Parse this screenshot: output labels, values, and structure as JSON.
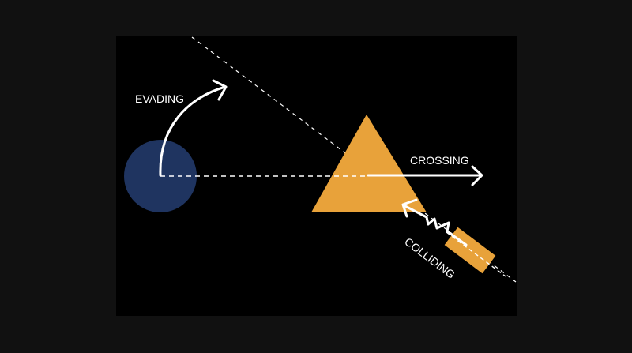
{
  "labels": {
    "evading": "EVADING",
    "crossing": "CROSSING",
    "colliding": "COLLIDING"
  },
  "colors": {
    "page_background": "#111111",
    "panel_background": "#000000",
    "circle_fill": "#1f3460",
    "orange": "#e8a23a",
    "white": "#ffffff"
  }
}
